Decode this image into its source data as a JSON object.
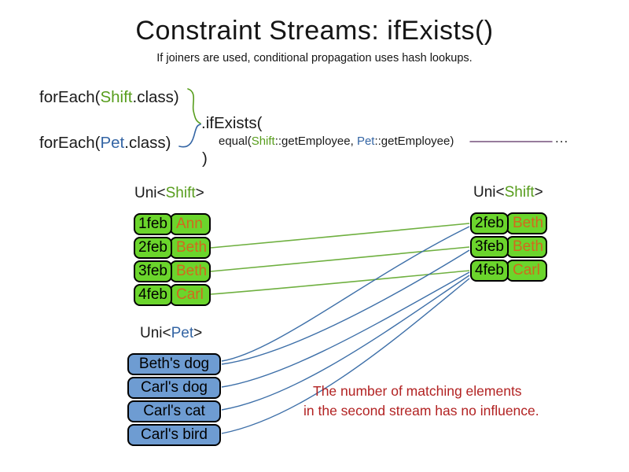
{
  "title": "Constraint Streams: ifExists()",
  "subtitle": "If joiners are used, conditional propagation uses hash lookups.",
  "colors": {
    "class_green": "#579d1c",
    "class_blue": "#3465a4",
    "box_green": "#6bd52c",
    "box_blue": "#6e9cd2",
    "name_orange": "#d2691e",
    "edge_green": "#6fb040",
    "edge_blue": "#3d6fa8",
    "joiner_line_purple": "#75507b",
    "note_red": "#b22222"
  },
  "code": {
    "foreach_shift": {
      "prefix": "forEach(",
      "class_name": "Shift",
      "suffix": ".class)"
    },
    "foreach_pet": {
      "prefix": "forEach(",
      "class_name": "Pet",
      "suffix": ".class)"
    },
    "if_exists": ".ifExists(",
    "equal": {
      "prefix": "equal(",
      "shift": "Shift",
      "mid": "::getEmployee, ",
      "pet": "Pet",
      "suffix": "::getEmployee)"
    },
    "close_paren": ")",
    "ellipsis": "..."
  },
  "left_table": {
    "label": {
      "prefix": "Uni<",
      "type": "Shift",
      "suffix": ">"
    },
    "rows": [
      {
        "date": "1feb",
        "name": "Ann"
      },
      {
        "date": "2feb",
        "name": "Beth"
      },
      {
        "date": "3feb",
        "name": "Beth"
      },
      {
        "date": "4feb",
        "name": "Carl"
      }
    ]
  },
  "right_table": {
    "label": {
      "prefix": "Uni<",
      "type": "Shift",
      "suffix": ">"
    },
    "rows": [
      {
        "date": "2feb",
        "name": "Beth"
      },
      {
        "date": "3feb",
        "name": "Beth"
      },
      {
        "date": "4feb",
        "name": "Carl"
      }
    ]
  },
  "pet_list": {
    "label": {
      "prefix": "Uni<",
      "type": "Pet",
      "suffix": ">"
    },
    "items": [
      "Beth's dog",
      "Carl's dog",
      "Carl's cat",
      "Carl's bird"
    ]
  },
  "note": {
    "line1": "The number of matching elements",
    "line2": "in the second stream has no influence."
  }
}
